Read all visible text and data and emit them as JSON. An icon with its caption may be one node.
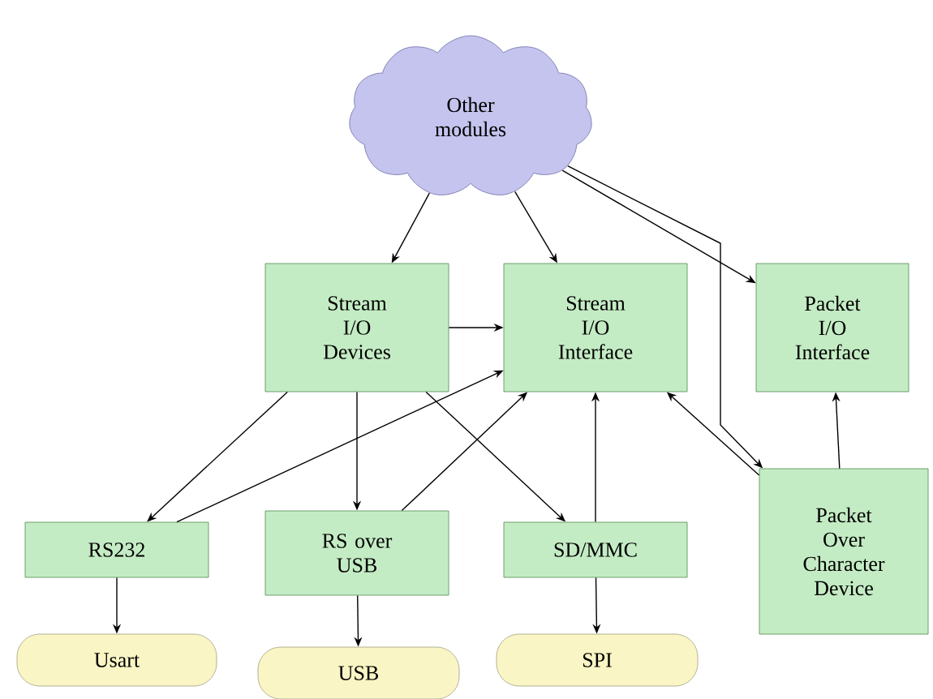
{
  "diagram": {
    "nodes": [
      {
        "text": [
          "Other modules"
        ]
      },
      {
        "text": [
          "Stream I/O Devices"
        ]
      },
      {
        "text": [
          "Stream I/O Interface"
        ]
      },
      {
        "text": [
          "Packet I/O Interface"
        ]
      },
      {
        "text": [
          "RS232"
        ]
      },
      {
        "text": [
          "RS over USB"
        ]
      },
      {
        "text": [
          "SD/MMC"
        ]
      },
      {
        "text": [
          "Packet Over Character Device"
        ]
      },
      {
        "text": [
          "Usart"
        ]
      },
      {
        "text": [
          "USB"
        ]
      },
      {
        "text": [
          "SPI"
        ]
      }
    ],
    "edges": [
      {
        "from": 0,
        "to": 1,
        "arrow": "to"
      },
      {
        "from": 0,
        "to": 2,
        "arrow": "to"
      },
      {
        "from": 0,
        "to": 7,
        "arrow": "to"
      },
      {
        "from": 0,
        "to": 3,
        "arrow": "to"
      },
      {
        "from": 1,
        "to": 2,
        "arrow": "to"
      },
      {
        "from": 1,
        "to": 4,
        "arrow": "to"
      },
      {
        "from": 1,
        "to": 5,
        "arrow": "to"
      },
      {
        "from": 1,
        "to": 6,
        "arrow": "to"
      },
      {
        "from": 4,
        "to": 2,
        "arrow": "to"
      },
      {
        "from": 5,
        "to": 2,
        "arrow": "to"
      },
      {
        "from": 6,
        "to": 2,
        "arrow": "to"
      },
      {
        "from": 7,
        "to": 2,
        "arrow": "to"
      },
      {
        "from": 7,
        "to": 3,
        "arrow": "to"
      },
      {
        "from": 4,
        "to": 8,
        "arrow": "to"
      },
      {
        "from": 5,
        "to": 9,
        "arrow": "to"
      },
      {
        "from": 6,
        "to": 10,
        "arrow": "to"
      }
    ]
  }
}
